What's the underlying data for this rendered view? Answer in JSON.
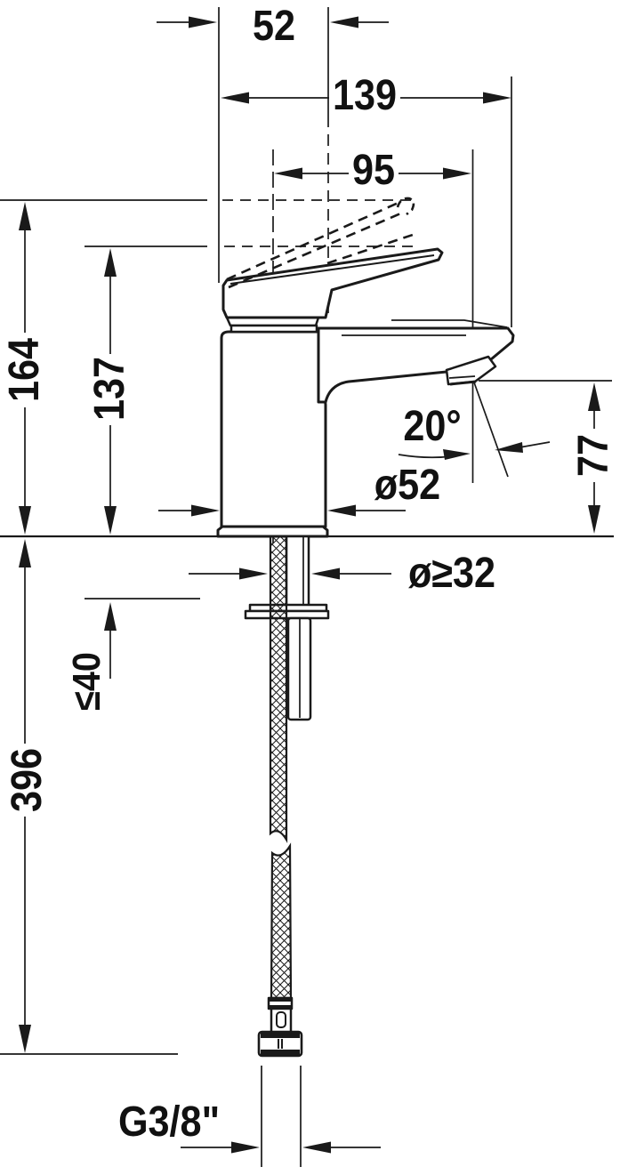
{
  "page": {
    "background": "#ffffff",
    "line_color": "#1a1a1a"
  },
  "drawing": {
    "labels": {
      "width_52": "52",
      "reach_139": "139",
      "reach_95": "95",
      "height_164": "164",
      "height_137": "137",
      "angle_20": "20°",
      "body_dia_52": "ø52",
      "spout_height_77": "77",
      "hole_dia_min_32": "ø≥32",
      "deck_thickness_max_40": "≤40",
      "hose_length_396": "396",
      "thread_g38": "G3/8\""
    }
  }
}
